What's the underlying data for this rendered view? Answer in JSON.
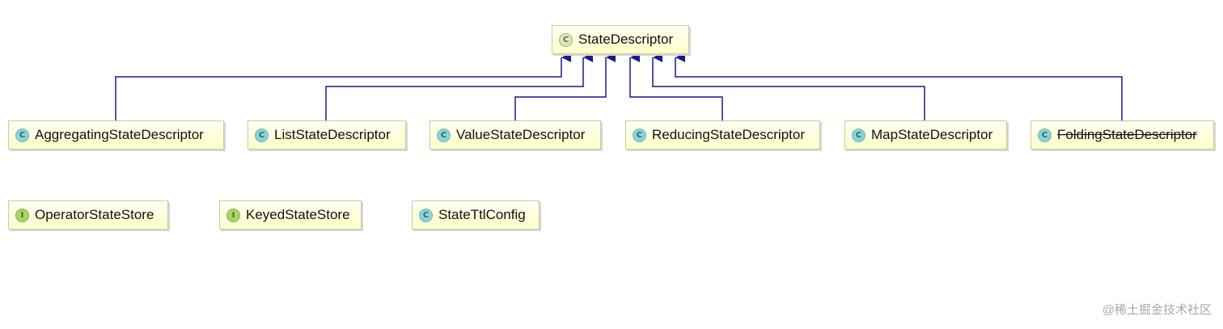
{
  "colors": {
    "edge": "#1a1a8c",
    "node_fill": "#ffffc6",
    "node_border": "#c9c9a8"
  },
  "diagram": {
    "root": {
      "label": "StateDescriptor",
      "badge": "C",
      "icon": "class-icon"
    },
    "subclasses": [
      {
        "label": "AggregatingStateDescriptor",
        "badge": "C",
        "icon": "class-icon",
        "deprecated": false
      },
      {
        "label": "ListStateDescriptor",
        "badge": "C",
        "icon": "class-icon",
        "deprecated": false
      },
      {
        "label": "ValueStateDescriptor",
        "badge": "C",
        "icon": "class-icon",
        "deprecated": false
      },
      {
        "label": "ReducingStateDescriptor",
        "badge": "C",
        "icon": "class-icon",
        "deprecated": false
      },
      {
        "label": "MapStateDescriptor",
        "badge": "C",
        "icon": "class-icon",
        "deprecated": false
      },
      {
        "label": "FoldingStateDescriptor",
        "badge": "C",
        "icon": "class-icon",
        "deprecated": true
      }
    ],
    "standalone": [
      {
        "label": "OperatorStateStore",
        "badge": "I",
        "icon": "interface-icon"
      },
      {
        "label": "KeyedStateStore",
        "badge": "I",
        "icon": "interface-icon"
      },
      {
        "label": "StateTtlConfig",
        "badge": "C",
        "icon": "class-icon"
      }
    ]
  },
  "watermark": "@稀土掘金技术社区"
}
